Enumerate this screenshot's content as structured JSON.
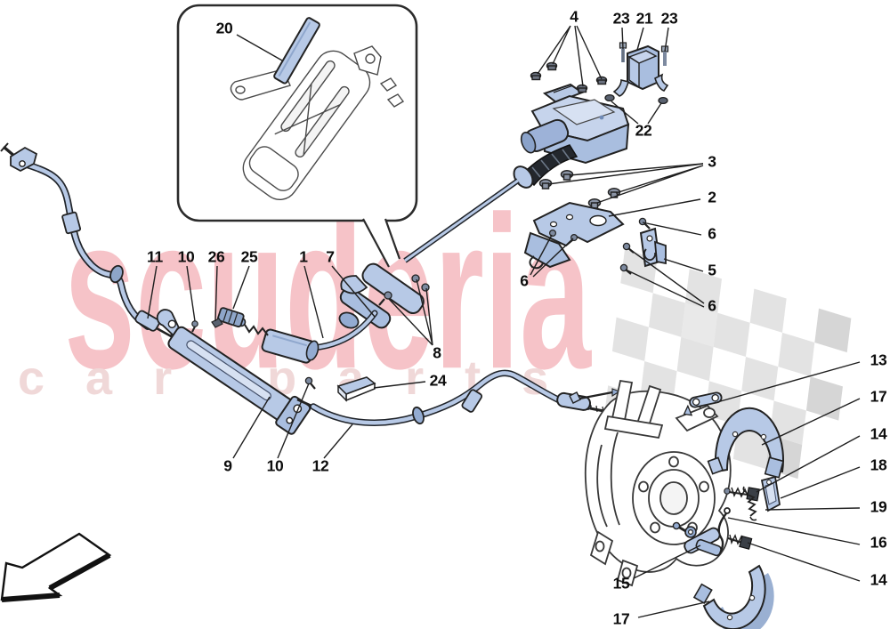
{
  "diagram": {
    "watermark": {
      "line1": "scuderia",
      "line2": "car parts"
    },
    "colors": {
      "part_fill": "#b7c9e6",
      "part_shade": "#93abd1",
      "outline": "#1f1f1f",
      "watermark_pink": "#f6c3c8",
      "watermark_pink_light": "#f0d8d8",
      "flag_grey": "#e1e1e1"
    },
    "callout_labels": [
      {
        "text": "20"
      },
      {
        "text": "4"
      },
      {
        "text": "23"
      },
      {
        "text": "21"
      },
      {
        "text": "23"
      },
      {
        "text": "22"
      },
      {
        "text": "3"
      },
      {
        "text": "2"
      },
      {
        "text": "6"
      },
      {
        "text": "5"
      },
      {
        "text": "6"
      },
      {
        "text": "6"
      },
      {
        "text": "11"
      },
      {
        "text": "10"
      },
      {
        "text": "26"
      },
      {
        "text": "25"
      },
      {
        "text": "1"
      },
      {
        "text": "7"
      },
      {
        "text": "8"
      },
      {
        "text": "24"
      },
      {
        "text": "9"
      },
      {
        "text": "10"
      },
      {
        "text": "12"
      },
      {
        "text": "13"
      },
      {
        "text": "17"
      },
      {
        "text": "14"
      },
      {
        "text": "18"
      },
      {
        "text": "19"
      },
      {
        "text": "16"
      },
      {
        "text": "14"
      },
      {
        "text": "15"
      },
      {
        "text": "17"
      }
    ]
  }
}
